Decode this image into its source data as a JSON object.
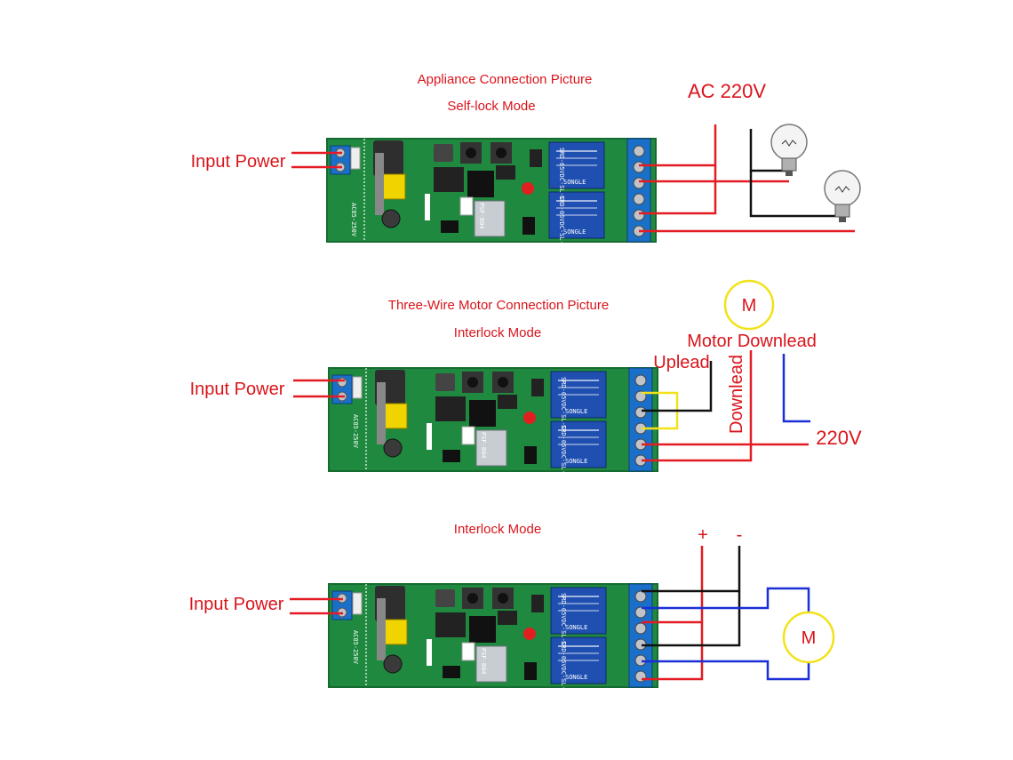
{
  "section1": {
    "title": "Appliance Connection Picture",
    "mode": "Self-lock Mode",
    "input_power": "Input Power",
    "supply": "AC 220V",
    "board_label": "AC85-250V",
    "module_label": "PSF-B04",
    "relay_label": "SRD-05VDC-SL-C",
    "relay_brand": "SONGLE"
  },
  "section2": {
    "title": "Three-Wire Motor Connection Picture",
    "mode": "Interlock Mode",
    "input_power": "Input Power",
    "motor_symbol": "M",
    "motor_label": "Motor Downlead",
    "uplead": "Uplead",
    "downlead": "Downlead",
    "supply": "220V",
    "board_label": "AC85-250V",
    "module_label": "PSF-B04",
    "relay_label": "SRD-05VDC-SL-C",
    "relay_brand": "SONGLE"
  },
  "section3": {
    "mode": "Interlock Mode",
    "input_power": "Input Power",
    "plus": "+",
    "minus": "-",
    "motor_symbol": "M",
    "board_label": "AC85-250V",
    "module_label": "PSF-B04",
    "relay_label": "SRD-05VDC-SL-C",
    "relay_brand": "SONGLE"
  },
  "colors": {
    "red_wire": "#e31b23",
    "black_wire": "#111111",
    "blue_wire": "#1a2fd6",
    "yellow_wire": "#f2e21a",
    "pcb_green": "#1f8a3f",
    "relay_blue": "#1f4fb0",
    "terminal_blue": "#1a6fc9",
    "label_red": "#d9141b"
  }
}
